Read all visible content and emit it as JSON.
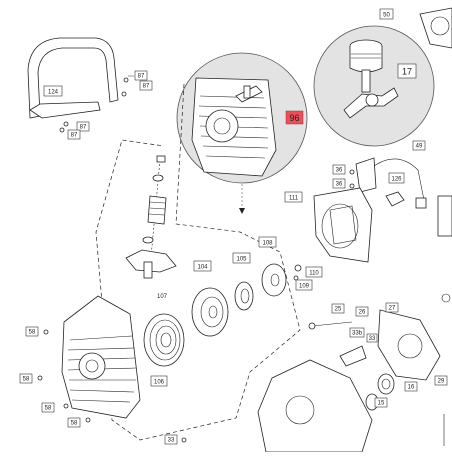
{
  "diagram": {
    "callouts": {
      "c50": "50",
      "c124": "124",
      "c87a": "87",
      "c87b": "87",
      "c87c": "87",
      "c87d": "87",
      "c96": "96",
      "c17": "17",
      "c49": "49",
      "c36a": "36",
      "c36b": "36",
      "c126": "126",
      "c111": "111",
      "c108": "108",
      "c104": "104",
      "c105": "105",
      "c110": "110",
      "c109": "109",
      "c107": "107",
      "c106": "106",
      "c58a": "58",
      "c58b": "58",
      "c58c": "58",
      "c58d": "58",
      "c25": "25",
      "c26": "26",
      "c27": "27",
      "c33": "33",
      "c33b": "33b",
      "c16": "16",
      "c15": "15",
      "c29": "29"
    },
    "highlight_color": "#e8505b",
    "inset_fill": "#e3e3e3"
  }
}
